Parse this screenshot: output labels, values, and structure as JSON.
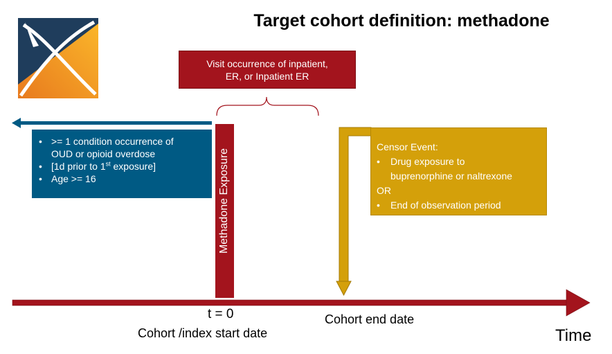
{
  "title": "Target cohort definition: methadone",
  "visit_box": {
    "line1": "Visit occurrence of inpatient,",
    "line2": "ER, or Inpatient ER"
  },
  "inclusion_criteria": {
    "bullet_glyph": "•",
    "items": [
      {
        "line1": ">= 1 condition occurrence of",
        "line2": "OUD or opioid overdose"
      },
      {
        "prefix": "[1d prior to 1",
        "sup": "st",
        "suffix": " exposure]"
      },
      {
        "text": "Age >= 16"
      }
    ]
  },
  "exposure_label": "Methadone Exposure",
  "censor_box": {
    "heading": "Censor Event:",
    "item1_line1": "Drug exposure to",
    "item1_line2": "buprenorphine or naltrexone",
    "or_text": "OR",
    "item2": "End of observation period"
  },
  "timeline": {
    "t0_label": "t = 0",
    "start_label": "Cohort /index start date",
    "end_label": "Cohort end date",
    "time_label": "Time"
  },
  "colors": {
    "dark_red": "#a3141d",
    "blue": "#005a84",
    "gold": "#d4a00a",
    "logo_navy": "#1f3d5c",
    "logo_orange": "#f0901e"
  },
  "icons": {
    "logo": "ohdsi-logo-icon",
    "timeline": "right-arrow-icon",
    "lookback": "left-arrow-icon",
    "censor": "down-arrow-icon",
    "brace": "curly-brace-icon"
  }
}
